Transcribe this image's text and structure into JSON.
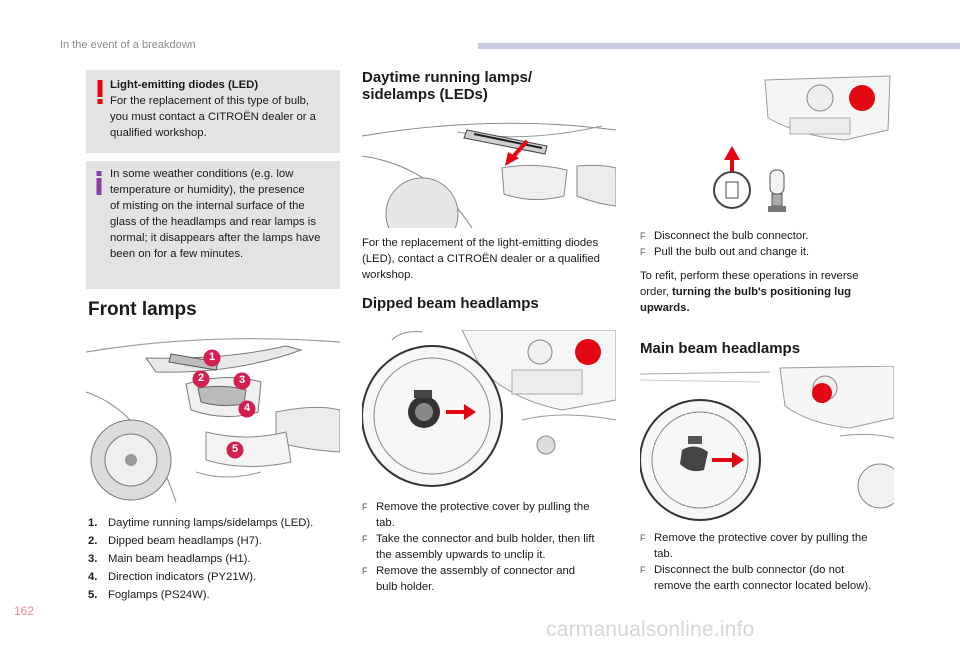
{
  "header": {
    "section": "In the event of a breakdown"
  },
  "page_number": "162",
  "watermark": "carmanualsonline.info",
  "warning": {
    "title": "Light-emitting diodes (LED)",
    "lines": [
      "For the replacement of this type of bulb,",
      "you must contact a CITROËN dealer or a",
      "qualified workshop."
    ]
  },
  "info": {
    "lines": [
      "In some weather conditions (e.g. low",
      "temperature or humidity), the presence",
      "of misting on the internal surface of the",
      "glass of the headlamps and rear lamps is",
      "normal; it disappears after the lamps have",
      "been on for a few minutes."
    ]
  },
  "front_lamps": {
    "title": "Front lamps",
    "callouts": [
      "1",
      "2",
      "3",
      "4",
      "5"
    ],
    "items": [
      {
        "num": "1.",
        "text": "Daytime running lamps/sidelamps (LED)."
      },
      {
        "num": "2.",
        "text": "Dipped beam headlamps (H7)."
      },
      {
        "num": "3.",
        "text": "Main beam headlamps (H1)."
      },
      {
        "num": "4.",
        "text": "Direction indicators (PY21W)."
      },
      {
        "num": "5.",
        "text": "Foglamps (PS24W)."
      }
    ]
  },
  "drl": {
    "title_lines": [
      "Daytime running lamps/",
      "sidelamps (LEDs)"
    ],
    "text_lines": [
      "For the replacement of the light-emitting diodes",
      "(LED), contact a CITROËN dealer or a qualified",
      "workshop."
    ]
  },
  "dipped": {
    "title": "Dipped beam headlamps",
    "steps": [
      {
        "lines": [
          "Remove the protective cover by pulling the",
          "tab."
        ]
      },
      {
        "lines": [
          "Take the connector and bulb holder, then lift",
          "the assembly upwards to unclip it."
        ]
      },
      {
        "lines": [
          "Remove the assembly of connector and",
          "bulb holder."
        ]
      }
    ]
  },
  "right_top": {
    "steps": [
      {
        "lines": [
          "Disconnect the bulb connector."
        ]
      },
      {
        "lines": [
          "Pull the bulb out and change it."
        ]
      }
    ],
    "refit_lines": [
      "To refit, perform these operations in reverse",
      "order, "
    ],
    "refit_bold_lines": [
      "turning the bulb's positioning lug",
      "upwards."
    ]
  },
  "main_beam": {
    "title": "Main beam headlamps",
    "steps": [
      {
        "lines": [
          "Remove the protective cover by pulling the",
          "tab."
        ]
      },
      {
        "lines": [
          "Disconnect the bulb connector (do not",
          "remove the earth connector located below)."
        ]
      }
    ]
  },
  "bullet_glyph": "F",
  "colors": {
    "accent_red": "#e30613",
    "info_purple": "#8b3fa6",
    "callout_pink": "#d31f4f",
    "box_gray": "#e3e3e3"
  }
}
